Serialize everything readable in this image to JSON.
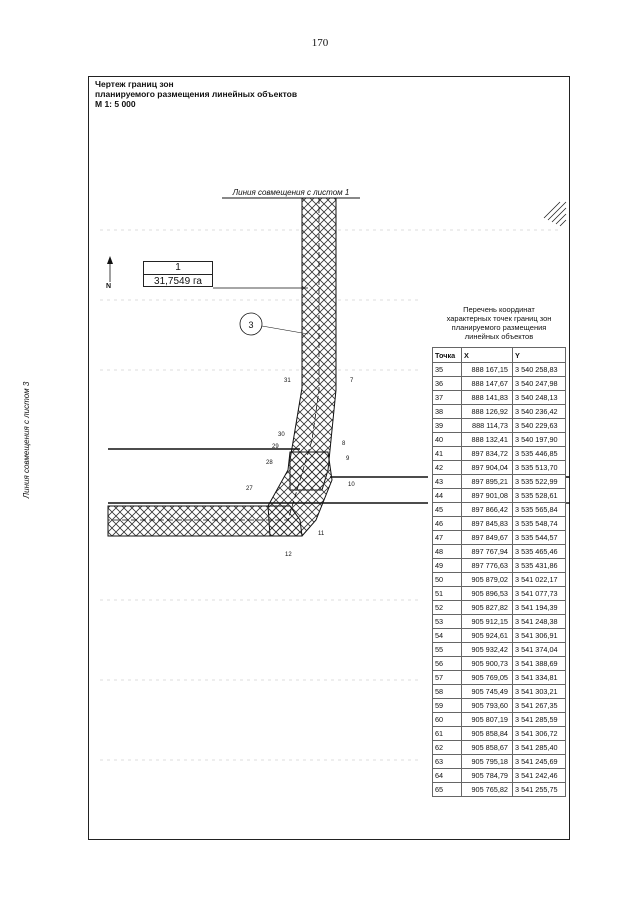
{
  "page_number": "170",
  "title": {
    "line1": "Чертеж границ зон",
    "line2": "планируемого размещения линейных объектов",
    "line3": "М 1: 5 000"
  },
  "labels": {
    "top_match_line": "Линия совмещения с листом 1",
    "left_match_line": "Линия совмещения с листом 3",
    "north": "N"
  },
  "parcel": {
    "number": "1",
    "area": "31,7549 га"
  },
  "zone_marker": "3",
  "point_labels": [
    "31",
    "7",
    "30",
    "29",
    "28",
    "8",
    "9",
    "10",
    "27",
    "11",
    "12"
  ],
  "coords": {
    "caption_line1": "Перечень координат",
    "caption_line2": "характерных точек границ зон",
    "caption_line3": "планируемого размещения",
    "caption_line4": "линейных объектов",
    "headers": [
      "Точка",
      "X",
      "Y"
    ],
    "rows": [
      [
        "35",
        "888 167,15",
        "3 540 258,83"
      ],
      [
        "36",
        "888 147,67",
        "3 540 247,98"
      ],
      [
        "37",
        "888 141,83",
        "3 540 248,13"
      ],
      [
        "38",
        "888 126,92",
        "3 540 236,42"
      ],
      [
        "39",
        "888 114,73",
        "3 540 229,63"
      ],
      [
        "40",
        "888 132,41",
        "3 540 197,90"
      ],
      [
        "41",
        "897 834,72",
        "3 535 446,85"
      ],
      [
        "42",
        "897 904,04",
        "3 535 513,70"
      ],
      [
        "43",
        "897 895,21",
        "3 535 522,99"
      ],
      [
        "44",
        "897 901,08",
        "3 535 528,61"
      ],
      [
        "45",
        "897 866,42",
        "3 535 565,84"
      ],
      [
        "46",
        "897 845,83",
        "3 535 548,74"
      ],
      [
        "47",
        "897 849,67",
        "3 535 544,57"
      ],
      [
        "48",
        "897 767,94",
        "3 535 465,46"
      ],
      [
        "49",
        "897 776,63",
        "3 535 431,86"
      ],
      [
        "50",
        "905 879,02",
        "3 541 022,17"
      ],
      [
        "51",
        "905 896,53",
        "3 541 077,73"
      ],
      [
        "52",
        "905 827,82",
        "3 541 194,39"
      ],
      [
        "53",
        "905 912,15",
        "3 541 248,38"
      ],
      [
        "54",
        "905 924,61",
        "3 541 306,91"
      ],
      [
        "55",
        "905 932,42",
        "3 541 374,04"
      ],
      [
        "56",
        "905 900,73",
        "3 541 388,69"
      ],
      [
        "57",
        "905 769,05",
        "3 541 334,81"
      ],
      [
        "58",
        "905 745,49",
        "3 541 303,21"
      ],
      [
        "59",
        "905 793,60",
        "3 541 267,35"
      ],
      [
        "60",
        "905 807,19",
        "3 541 285,59"
      ],
      [
        "61",
        "905 858,84",
        "3 541 306,72"
      ],
      [
        "62",
        "905 858,67",
        "3 541 285,40"
      ],
      [
        "63",
        "905 795,18",
        "3 541 245,69"
      ],
      [
        "64",
        "905 784,79",
        "3 541 242,46"
      ],
      [
        "65",
        "905 765,82",
        "3 541 255,75"
      ]
    ]
  }
}
